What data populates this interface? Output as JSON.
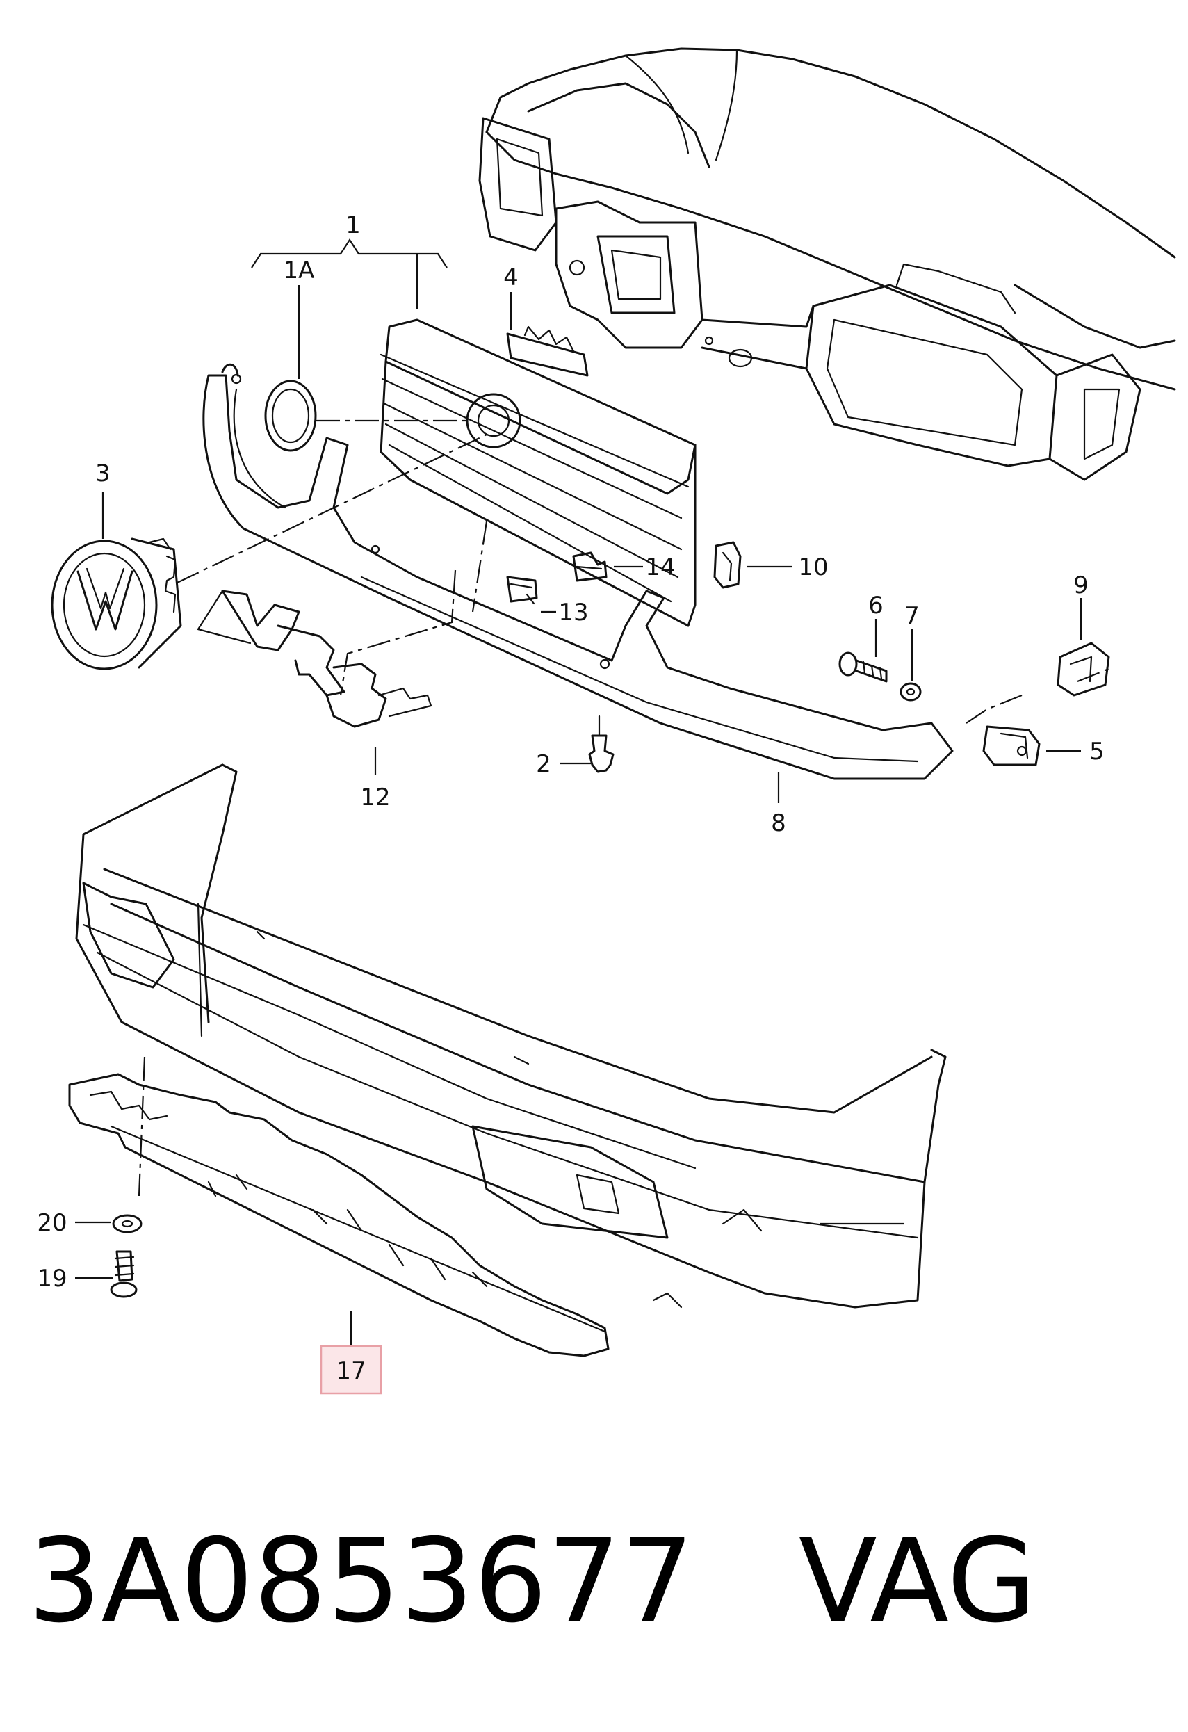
{
  "callouts": {
    "c1": "1",
    "c1a": "1A",
    "c2": "2",
    "c3": "3",
    "c4": "4",
    "c5": "5",
    "c6": "6",
    "c7": "7",
    "c8": "8",
    "c9": "9",
    "c10": "10",
    "c12": "12",
    "c13": "13",
    "c14": "14",
    "c17": "17",
    "c19": "19",
    "c20": "20"
  },
  "highlight": {
    "part": "17",
    "box_color": "#e8a0a6",
    "fill_color": "#fbe6e8"
  },
  "footer": {
    "part_number": "3A0853677",
    "brand": "VAG"
  }
}
